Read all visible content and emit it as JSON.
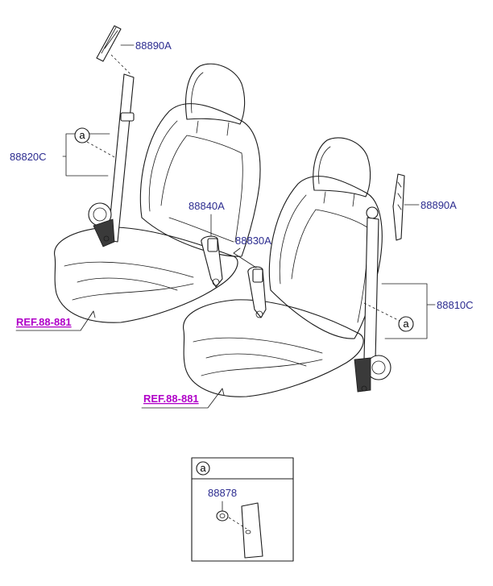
{
  "labels": {
    "upper_anchor_left": "88890A",
    "upper_anchor_right": "88890A",
    "belt_left": "88820C",
    "belt_right": "88810C",
    "buckle_center": "88840A",
    "buckle_right": "88830A",
    "ref_left": "REF.88-881",
    "ref_right": "REF.88-881",
    "detail_part": "88878"
  },
  "callouts": {
    "left": "a",
    "right": "a",
    "detail_header": "a"
  }
}
